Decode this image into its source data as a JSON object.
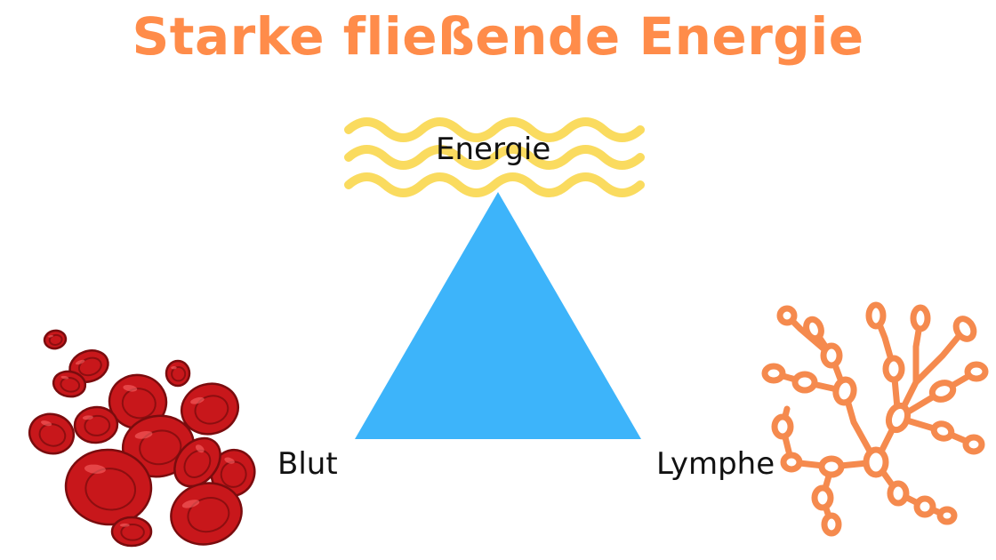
{
  "title": "Starke fließende Energie",
  "nodes": {
    "top": {
      "label": "Energie",
      "icon": "energy-waves-icon"
    },
    "left": {
      "label": "Blut",
      "icon": "red-blood-cells-icon"
    },
    "right": {
      "label": "Lymphe",
      "icon": "lymph-vessels-icon"
    }
  },
  "colors": {
    "title": "#FF8C4A",
    "triangle": "#3DB4FA",
    "waves": "#FADB5F",
    "blood_cell": "#C8171B",
    "blood_cell_dark": "#7A0C0E",
    "lymph": "#F58A4E"
  }
}
